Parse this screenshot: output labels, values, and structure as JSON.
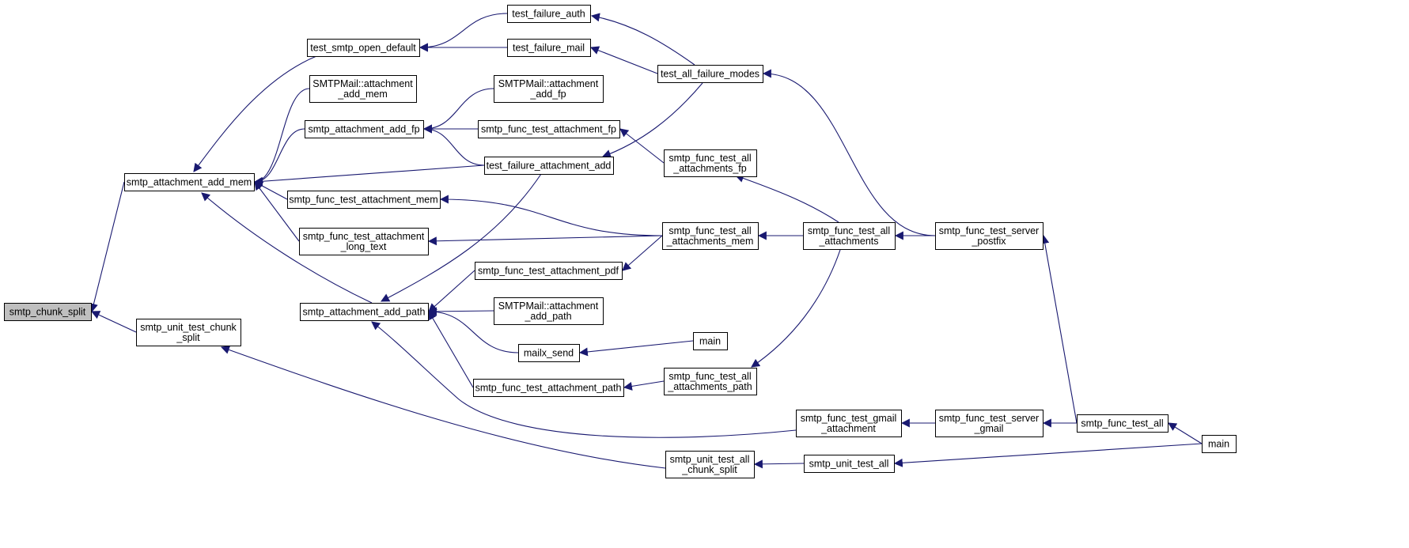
{
  "colors": {
    "edge": "#191970",
    "node_fill": "#ffffff",
    "focus_fill": "#bfbfbf",
    "node_border": "#000000"
  },
  "nodes": {
    "n_chunk_split": {
      "lines": [
        "smtp_chunk_split"
      ],
      "focus": true
    },
    "n_att_add_mem": {
      "lines": [
        "smtp_attachment_add_mem"
      ]
    },
    "n_unit_chunk": {
      "lines": [
        "smtp_unit_test_chunk",
        "_split"
      ]
    },
    "n_open_default": {
      "lines": [
        "test_smtp_open_default"
      ]
    },
    "n_smtpmail_mem": {
      "lines": [
        "SMTPMail::attachment",
        "_add_mem"
      ]
    },
    "n_att_add_fp": {
      "lines": [
        "smtp_attachment_add_fp"
      ]
    },
    "n_ft_att_mem": {
      "lines": [
        "smtp_func_test_attachment_mem"
      ]
    },
    "n_ft_att_long": {
      "lines": [
        "smtp_func_test_attachment",
        "_long_text"
      ]
    },
    "n_att_add_path": {
      "lines": [
        "smtp_attachment_add_path"
      ]
    },
    "n_fail_auth": {
      "lines": [
        "test_failure_auth"
      ]
    },
    "n_fail_mail": {
      "lines": [
        "test_failure_mail"
      ]
    },
    "n_smtpmail_fp": {
      "lines": [
        "SMTPMail::attachment",
        "_add_fp"
      ]
    },
    "n_ft_att_fp": {
      "lines": [
        "smtp_func_test_attachment_fp"
      ]
    },
    "n_fail_att_add": {
      "lines": [
        "test_failure_attachment_add"
      ]
    },
    "n_ft_att_pdf": {
      "lines": [
        "smtp_func_test_attachment_pdf"
      ]
    },
    "n_smtpmail_path": {
      "lines": [
        "SMTPMail::attachment",
        "_add_path"
      ]
    },
    "n_mailx_send": {
      "lines": [
        "mailx_send"
      ]
    },
    "n_ft_att_path": {
      "lines": [
        "smtp_func_test_attachment_path"
      ]
    },
    "n_all_fail": {
      "lines": [
        "test_all_failure_modes"
      ]
    },
    "n_ft_all_fp": {
      "lines": [
        "smtp_func_test_all",
        "_attachments_fp"
      ]
    },
    "n_ft_all_mem": {
      "lines": [
        "smtp_func_test_all",
        "_attachments_mem"
      ]
    },
    "n_main1": {
      "lines": [
        "main"
      ]
    },
    "n_ft_all_path": {
      "lines": [
        "smtp_func_test_all",
        "_attachments_path"
      ]
    },
    "n_ut_all_chunk": {
      "lines": [
        "smtp_unit_test_all",
        "_chunk_split"
      ]
    },
    "n_ft_all_att": {
      "lines": [
        "smtp_func_test_all",
        "_attachments"
      ]
    },
    "n_ft_gmail": {
      "lines": [
        "smtp_func_test_gmail",
        "_attachment"
      ]
    },
    "n_ut_all": {
      "lines": [
        "smtp_unit_test_all"
      ]
    },
    "n_server_postfix": {
      "lines": [
        "smtp_func_test_server",
        "_postfix"
      ]
    },
    "n_server_gmail": {
      "lines": [
        "smtp_func_test_server",
        "_gmail"
      ]
    },
    "n_ft_all": {
      "lines": [
        "smtp_func_test_all"
      ]
    },
    "n_main2": {
      "lines": [
        "main"
      ]
    }
  },
  "edges": [
    [
      "n_att_add_mem",
      "n_chunk_split"
    ],
    [
      "n_unit_chunk",
      "n_chunk_split"
    ],
    [
      "n_open_default",
      "n_att_add_mem"
    ],
    [
      "n_smtpmail_mem",
      "n_att_add_mem"
    ],
    [
      "n_att_add_fp",
      "n_att_add_mem"
    ],
    [
      "n_fail_att_add",
      "n_att_add_mem"
    ],
    [
      "n_ft_att_mem",
      "n_att_add_mem"
    ],
    [
      "n_ft_att_long",
      "n_att_add_mem"
    ],
    [
      "n_att_add_path",
      "n_att_add_mem"
    ],
    [
      "n_ut_all_chunk",
      "n_unit_chunk"
    ],
    [
      "n_fail_auth",
      "n_open_default"
    ],
    [
      "n_fail_mail",
      "n_open_default"
    ],
    [
      "n_smtpmail_fp",
      "n_att_add_fp"
    ],
    [
      "n_ft_att_fp",
      "n_att_add_fp"
    ],
    [
      "n_fail_att_add",
      "n_att_add_fp"
    ],
    [
      "n_ft_all_mem",
      "n_ft_att_mem"
    ],
    [
      "n_ft_all_mem",
      "n_ft_att_long"
    ],
    [
      "n_fail_att_add",
      "n_att_add_path"
    ],
    [
      "n_ft_att_pdf",
      "n_att_add_path"
    ],
    [
      "n_smtpmail_path",
      "n_att_add_path"
    ],
    [
      "n_mailx_send",
      "n_att_add_path"
    ],
    [
      "n_ft_att_path",
      "n_att_add_path"
    ],
    [
      "n_ft_gmail",
      "n_att_add_path"
    ],
    [
      "n_all_fail",
      "n_fail_auth"
    ],
    [
      "n_all_fail",
      "n_fail_mail"
    ],
    [
      "n_ft_all_fp",
      "n_ft_att_fp"
    ],
    [
      "n_all_fail",
      "n_fail_att_add"
    ],
    [
      "n_ft_all_mem",
      "n_ft_att_pdf"
    ],
    [
      "n_main1",
      "n_mailx_send"
    ],
    [
      "n_ft_all_path",
      "n_ft_att_path"
    ],
    [
      "n_server_postfix",
      "n_all_fail"
    ],
    [
      "n_ft_all_att",
      "n_ft_all_fp"
    ],
    [
      "n_ft_all_att",
      "n_ft_all_mem"
    ],
    [
      "n_ft_all_att",
      "n_ft_all_path"
    ],
    [
      "n_ut_all",
      "n_ut_all_chunk"
    ],
    [
      "n_server_postfix",
      "n_ft_all_att"
    ],
    [
      "n_server_gmail",
      "n_ft_gmail"
    ],
    [
      "n_main2",
      "n_ut_all"
    ],
    [
      "n_ft_all",
      "n_server_postfix"
    ],
    [
      "n_ft_all",
      "n_server_gmail"
    ],
    [
      "n_main2",
      "n_ft_all"
    ]
  ]
}
